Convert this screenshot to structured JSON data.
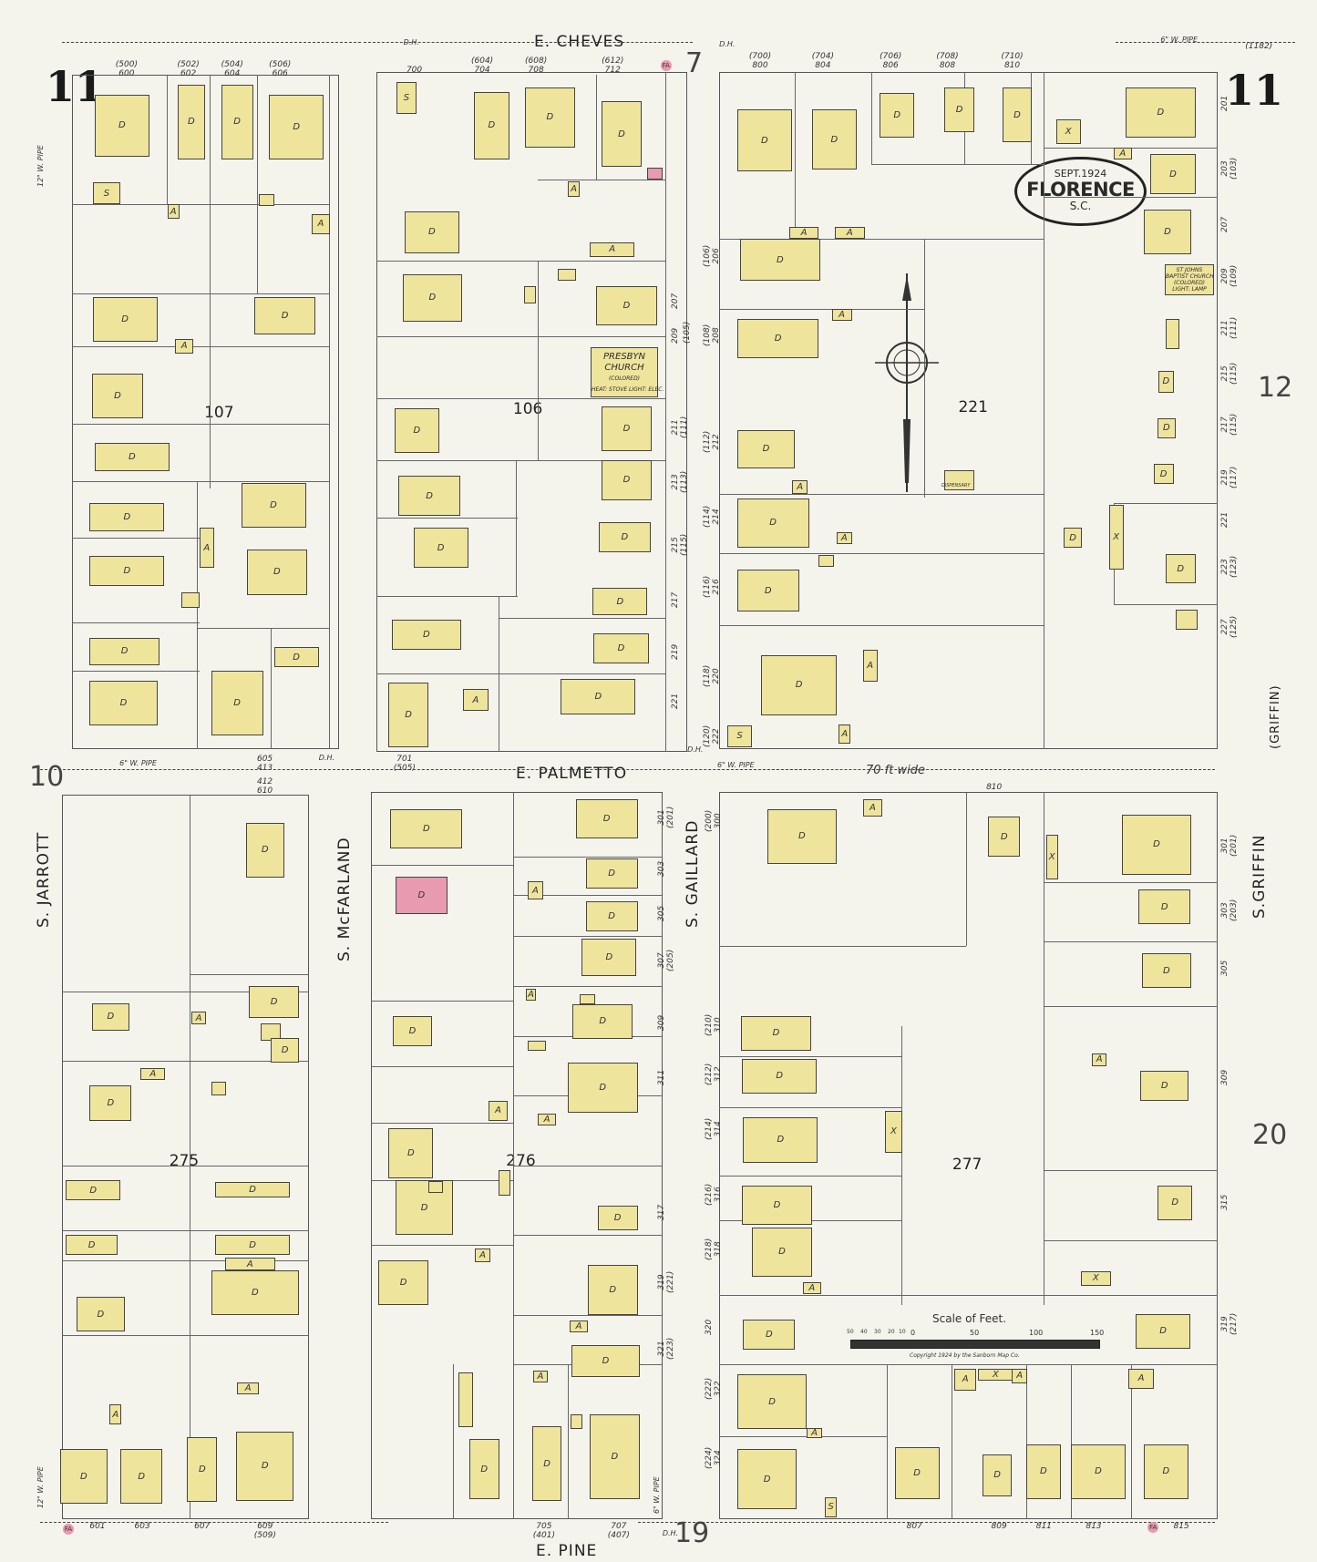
{
  "map": {
    "title": {
      "date": "SEPT.1924",
      "city": "FLORENCE",
      "state": "S.C."
    },
    "sheet_numbers": {
      "top_left": "11",
      "top_right": "11",
      "right_upper": "12",
      "right_lower": "20",
      "left_mid": "10",
      "top_mid": "7",
      "bottom_mid": "19"
    },
    "streets": {
      "cheves": "E. CHEVES",
      "palmetto": "E. PALMETTO",
      "pine": "E. PINE",
      "jarrott": "S. JARROTT",
      "mcfarland": "S. McFARLAND",
      "gaillard": "S. GAILLARD",
      "griffin": "S.GRIFFIN",
      "griffin_paren": "(GRIFFIN)"
    },
    "blocks": [
      "107",
      "106",
      "221",
      "275",
      "276",
      "277"
    ],
    "notes": {
      "palmetto_width": "70 ft wide",
      "pipe": "6\" W. PIPE",
      "pipe12": "12\" W. PIPE",
      "dh": "D.H.",
      "fa": "FA"
    },
    "churches": {
      "presbyn": {
        "name1": "PRESBYN",
        "name2": "CHURCH",
        "note": "(COLORED)",
        "detail": "HEAT: STOVE LIGHT: ELEC."
      },
      "baptist": {
        "name1": "ST JOHNS",
        "name2": "BAPTIST CHURCH",
        "note": "(COLORED)",
        "detail": "LIGHT: LAMP"
      }
    },
    "dispensary": "DISPENSARY",
    "scale": {
      "title": "Scale of Feet.",
      "ticks": [
        "50",
        "40",
        "30",
        "20",
        "10",
        "0",
        "50",
        "100",
        "150"
      ],
      "copyright": "Copyright 1924 by the Sanborn Map Co."
    },
    "house_numbers": {
      "cheves": [
        "(500)\n600",
        "(502)\n602",
        "(504)\n604",
        "(506)\n606",
        "700",
        "(604)\n704",
        "(608)\n708",
        "(612)\n712",
        "(700)\n800",
        "(704)\n804",
        "(706)\n806",
        "(708)\n808",
        "(710)\n810",
        "(1182)"
      ],
      "palmetto": [
        "605\n413",
        "412\n610",
        "701\n(505)",
        "810"
      ],
      "pine": [
        "601",
        "603",
        "607",
        "609\n(509)",
        "705\n(401)",
        "707\n(407)",
        "807",
        "809",
        "811",
        "813",
        "815"
      ],
      "gaillard_w": [
        "207",
        "209",
        "(105)",
        "211\n(111)",
        "213\n(113)",
        "215\n(115)",
        "217",
        "219",
        "221"
      ],
      "gaillard_e": [
        "(106)\n206",
        "(108)\n208",
        "(112)\n212",
        "(114)\n214",
        "(116)\n216",
        "(118)\n220",
        "(120)\n222"
      ],
      "griffin_w": [
        "201",
        "203\n(103)",
        "207",
        "209\n(109)",
        "211\n(111)",
        "215\n(115)",
        "217\n(115)",
        "219\n(117)",
        "221",
        "223\n(123)",
        "227\n(125)"
      ],
      "gaillard_lower": [
        "301\n(201)",
        "303",
        "305",
        "307\n(205)",
        "309",
        "311",
        "317",
        "319\n(221)",
        "321\n(223)"
      ],
      "gaillard_lower_e": [
        "(200)\n300",
        "(210)\n310",
        "(212)\n312",
        "(214)\n314",
        "(216)\n316",
        "(218)\n318",
        "320",
        "(222)\n322",
        "(224)\n324"
      ],
      "griffin_lower": [
        "301\n(201)",
        "303\n(203)",
        "305",
        "309",
        "315",
        "319\n(217)"
      ]
    }
  }
}
